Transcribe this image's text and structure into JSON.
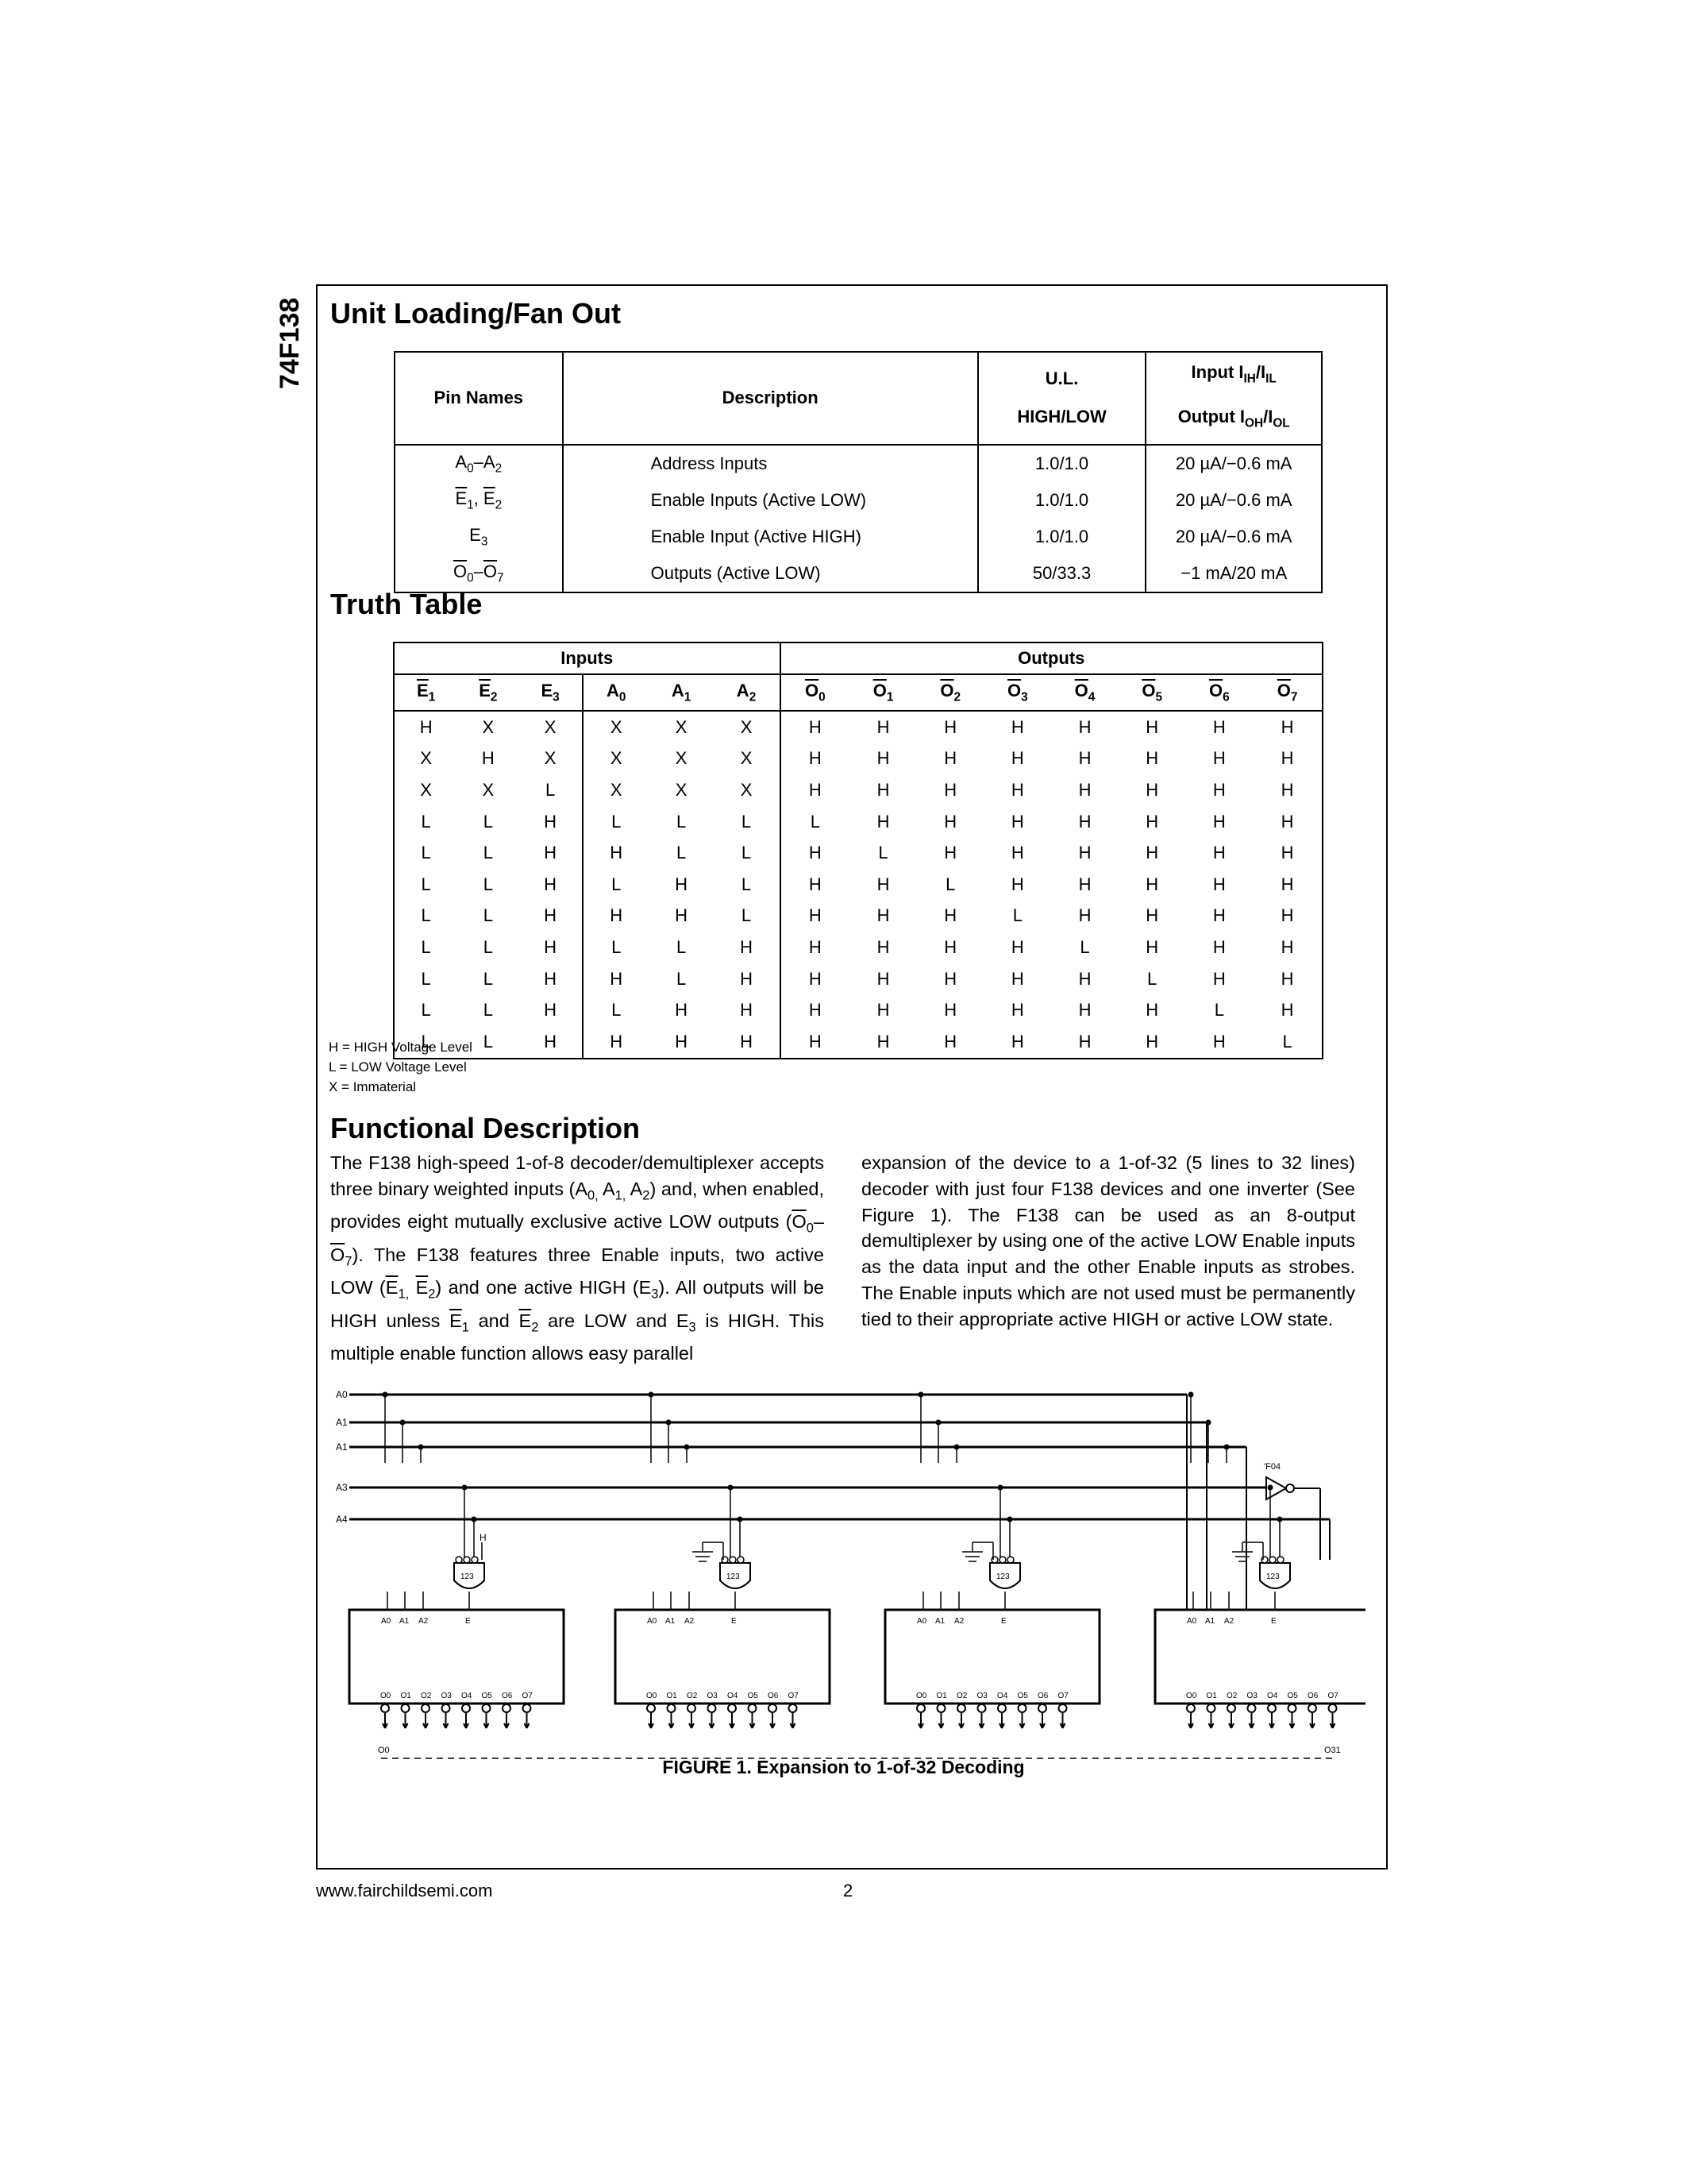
{
  "side_title": "74F138",
  "unit_loading": {
    "heading": "Unit Loading/Fan Out",
    "col_pin": "Pin Names",
    "col_desc": "Description",
    "col_ul_1": "U.L.",
    "col_ul_2": "HIGH/LOW",
    "col_io_1": "Input I",
    "col_io_1_sub_a": "IH",
    "col_io_1_sub_b": "IL",
    "col_io_2": "Output I",
    "col_io_2_sub_a": "OH",
    "col_io_2_sub_b": "OL",
    "rows": [
      {
        "pin_a": "A",
        "pin_a_sub": "0",
        "dash": "–",
        "pin_b": "A",
        "pin_b_sub": "2",
        "desc": "Address Inputs",
        "ul": "1.0/1.0",
        "io": "20 µA/−0.6 mA"
      },
      {
        "pin_a": "E",
        "pin_a_sub": "1",
        "dash": ", ",
        "pin_b": "E",
        "pin_b_sub": "2",
        "desc": "Enable Inputs (Active LOW)",
        "ul": "1.0/1.0",
        "io": "20 µA/−0.6 mA"
      },
      {
        "pin_a": "E",
        "pin_a_sub": "3",
        "dash": "",
        "pin_b": "",
        "pin_b_sub": "",
        "desc": "Enable Input (Active HIGH)",
        "ul": "1.0/1.0",
        "io": "20 µA/−0.6 mA"
      },
      {
        "pin_a": "O",
        "pin_a_sub": "0",
        "dash": "–",
        "pin_b": "O",
        "pin_b_sub": "7",
        "desc": "Outputs (Active LOW)",
        "ul": "50/33.3",
        "io": "−1 mA/20 mA"
      }
    ]
  },
  "truth_table": {
    "heading": "Truth Table",
    "group_inputs": "Inputs",
    "group_outputs": "Outputs",
    "columns": [
      {
        "l": "E",
        "s": "1",
        "bar": true
      },
      {
        "l": "E",
        "s": "2",
        "bar": true
      },
      {
        "l": "E",
        "s": "3",
        "bar": false
      },
      {
        "l": "A",
        "s": "0",
        "bar": false
      },
      {
        "l": "A",
        "s": "1",
        "bar": false
      },
      {
        "l": "A",
        "s": "2",
        "bar": false
      },
      {
        "l": "O",
        "s": "0",
        "bar": true
      },
      {
        "l": "O",
        "s": "1",
        "bar": true
      },
      {
        "l": "O",
        "s": "2",
        "bar": true
      },
      {
        "l": "O",
        "s": "3",
        "bar": true
      },
      {
        "l": "O",
        "s": "4",
        "bar": true
      },
      {
        "l": "O",
        "s": "5",
        "bar": true
      },
      {
        "l": "O",
        "s": "6",
        "bar": true
      },
      {
        "l": "O",
        "s": "7",
        "bar": true
      }
    ],
    "rows": [
      [
        "H",
        "X",
        "X",
        "X",
        "X",
        "X",
        "H",
        "H",
        "H",
        "H",
        "H",
        "H",
        "H",
        "H"
      ],
      [
        "X",
        "H",
        "X",
        "X",
        "X",
        "X",
        "H",
        "H",
        "H",
        "H",
        "H",
        "H",
        "H",
        "H"
      ],
      [
        "X",
        "X",
        "L",
        "X",
        "X",
        "X",
        "H",
        "H",
        "H",
        "H",
        "H",
        "H",
        "H",
        "H"
      ],
      [
        "L",
        "L",
        "H",
        "L",
        "L",
        "L",
        "L",
        "H",
        "H",
        "H",
        "H",
        "H",
        "H",
        "H"
      ],
      [
        "L",
        "L",
        "H",
        "H",
        "L",
        "L",
        "H",
        "L",
        "H",
        "H",
        "H",
        "H",
        "H",
        "H"
      ],
      [
        "L",
        "L",
        "H",
        "L",
        "H",
        "L",
        "H",
        "H",
        "L",
        "H",
        "H",
        "H",
        "H",
        "H"
      ],
      [
        "L",
        "L",
        "H",
        "H",
        "H",
        "L",
        "H",
        "H",
        "H",
        "L",
        "H",
        "H",
        "H",
        "H"
      ],
      [
        "L",
        "L",
        "H",
        "L",
        "L",
        "H",
        "H",
        "H",
        "H",
        "H",
        "L",
        "H",
        "H",
        "H"
      ],
      [
        "L",
        "L",
        "H",
        "H",
        "L",
        "H",
        "H",
        "H",
        "H",
        "H",
        "H",
        "L",
        "H",
        "H"
      ],
      [
        "L",
        "L",
        "H",
        "L",
        "H",
        "H",
        "H",
        "H",
        "H",
        "H",
        "H",
        "H",
        "L",
        "H"
      ],
      [
        "L",
        "L",
        "H",
        "H",
        "H",
        "H",
        "H",
        "H",
        "H",
        "H",
        "H",
        "H",
        "H",
        "L"
      ]
    ],
    "notes": [
      "H = HIGH Voltage Level",
      "L = LOW Voltage Level",
      "X = Immaterial"
    ]
  },
  "functional": {
    "heading": "Functional Description",
    "col1": {
      "t1": "The F138 high-speed 1-of-8 decoder/demultiplexer accepts three binary weighted inputs (A",
      "s1": "0,",
      "t2": " A",
      "s2": "1,",
      "t3": " A",
      "s3": "2",
      "t4": ") and, when enabled, provides eight mutually exclusive active LOW outputs (",
      "o1": "O",
      "o1s": "0",
      "t5": "–",
      "o2": "O",
      "o2s": "7",
      "t6": "). The F138 features three Enable inputs, two active LOW (",
      "e1": "E",
      "e1s": "1,",
      "t7": " ",
      "e2": "E",
      "e2s": "2",
      "t8": ") and one active HIGH (E",
      "e3s": "3",
      "t9": "). All outputs will be HIGH unless ",
      "e4": "E",
      "e4s": "1",
      "t10": " and ",
      "e5": "E",
      "e5s": "2",
      "t11": " are LOW and E",
      "e6s": "3",
      "t12": " is HIGH. This multiple enable function allows easy parallel"
    },
    "col2": "expansion of the device to a 1-of-32 (5 lines to 32 lines) decoder with just four F138 devices and one inverter (See Figure 1). The F138 can be used as an 8-output demultiplexer by using one of the active LOW Enable inputs as the data input and the other Enable inputs as strobes. The Enable inputs which are not used must be permanently tied to their appropriate active HIGH or active LOW state."
  },
  "figure": {
    "caption": "FIGURE 1. Expansion to 1-of-32 Decoding",
    "line_labels": [
      "A0",
      "A1",
      "A1",
      "A3",
      "A4"
    ],
    "inverter_label": "'F04",
    "gate_label": "123",
    "h_label": "H",
    "chip_in_labels": [
      "A0",
      "A1",
      "A2",
      "E"
    ],
    "chip_out_labels": [
      "O0",
      "O1",
      "O2",
      "O3",
      "O4",
      "O5",
      "O6",
      "O7"
    ],
    "out_first": "O0",
    "out_last": "O31"
  },
  "footer": {
    "url": "www.fairchildsemi.com",
    "page": "2"
  }
}
